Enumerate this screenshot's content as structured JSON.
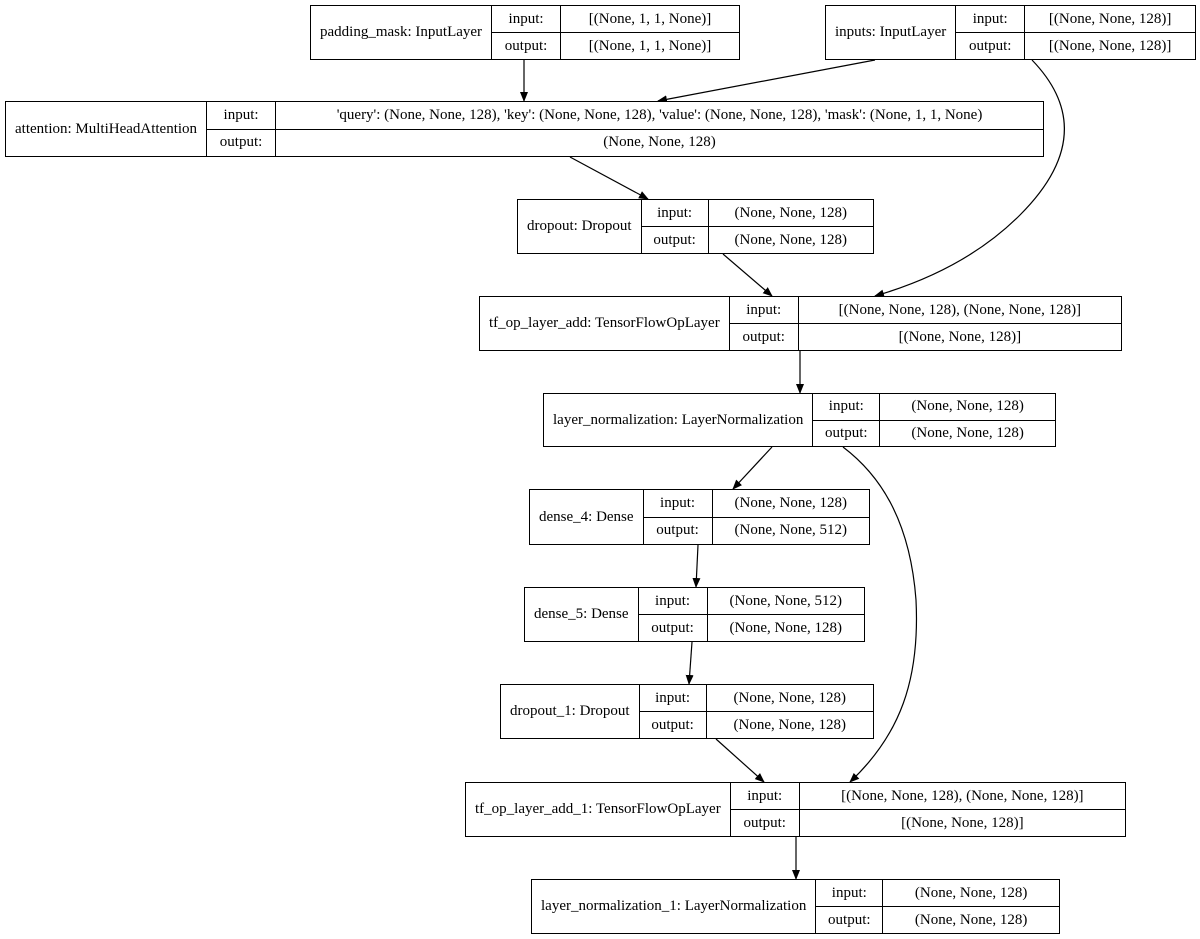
{
  "labels": {
    "input": "input:",
    "output": "output:"
  },
  "nodes": {
    "padding_mask": {
      "name": "padding_mask: InputLayer",
      "input": "[(None, 1, 1, None)]",
      "output": "[(None, 1, 1, None)]"
    },
    "inputs": {
      "name": "inputs: InputLayer",
      "input": "[(None, None, 128)]",
      "output": "[(None, None, 128)]"
    },
    "attention": {
      "name": "attention: MultiHeadAttention",
      "input": "'query': (None, None, 128), 'key': (None, None, 128), 'value': (None, None, 128), 'mask': (None, 1, 1, None)",
      "output": "(None, None, 128)"
    },
    "dropout": {
      "name": "dropout: Dropout",
      "input": "(None, None, 128)",
      "output": "(None, None, 128)"
    },
    "add": {
      "name": "tf_op_layer_add: TensorFlowOpLayer",
      "input": "[(None, None, 128), (None, None, 128)]",
      "output": "[(None, None, 128)]"
    },
    "layer_norm": {
      "name": "layer_normalization: LayerNormalization",
      "input": "(None, None, 128)",
      "output": "(None, None, 128)"
    },
    "dense_4": {
      "name": "dense_4: Dense",
      "input": "(None, None, 128)",
      "output": "(None, None, 512)"
    },
    "dense_5": {
      "name": "dense_5: Dense",
      "input": "(None, None, 512)",
      "output": "(None, None, 128)"
    },
    "dropout_1": {
      "name": "dropout_1: Dropout",
      "input": "(None, None, 128)",
      "output": "(None, None, 128)"
    },
    "add_1": {
      "name": "tf_op_layer_add_1: TensorFlowOpLayer",
      "input": "[(None, None, 128), (None, None, 128)]",
      "output": "[(None, None, 128)]"
    },
    "layer_norm_1": {
      "name": "layer_normalization_1: LayerNormalization",
      "input": "(None, None, 128)",
      "output": "(None, None, 128)"
    }
  }
}
